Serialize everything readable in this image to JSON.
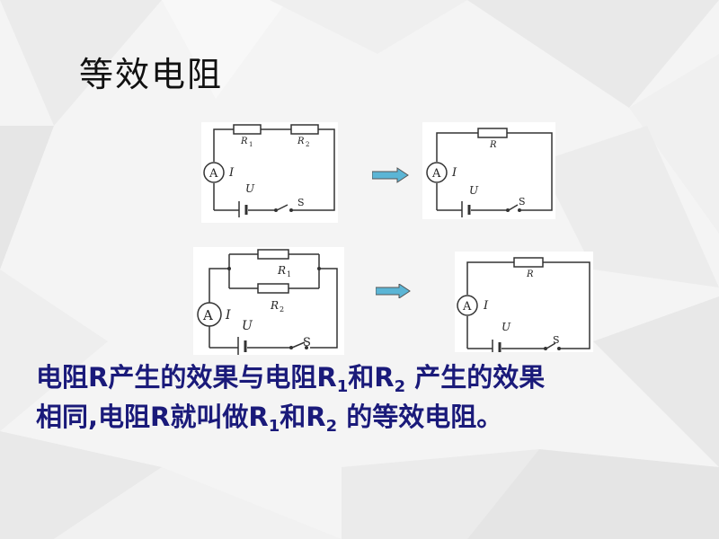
{
  "title": "等效电阻",
  "circuits": {
    "series": {
      "r1": "R",
      "r1_sub": "1",
      "r2": "R",
      "r2_sub": "2",
      "ammeter": "A",
      "current": "I",
      "voltage": "U",
      "switch": "S"
    },
    "series_equiv": {
      "r": "R",
      "ammeter": "A",
      "current": "I",
      "voltage": "U",
      "switch": "S"
    },
    "parallel": {
      "r1": "R",
      "r1_sub": "1",
      "r2": "R",
      "r2_sub": "2",
      "ammeter": "A",
      "current": "I",
      "voltage": "U",
      "switch": "S"
    },
    "parallel_equiv": {
      "r": "R",
      "ammeter": "A",
      "current": "I",
      "voltage": "U",
      "switch": "S"
    }
  },
  "description": {
    "line1": {
      "a": "电阻",
      "b": "R",
      "c": "产生的效果与电阻",
      "d": "R",
      "e": "1",
      "f": "和",
      "g": "R",
      "h": "2",
      "i": " 产生的效果"
    },
    "line2": {
      "a": "相同,电阻",
      "b": "R",
      "c": "就叫做",
      "d": "R",
      "e": "1",
      "f": "和",
      "g": "R",
      "h": "2",
      "i": " 的等效电阻。"
    }
  },
  "colors": {
    "text": "#1a1a7a",
    "arrow": "#4aa8c8"
  }
}
